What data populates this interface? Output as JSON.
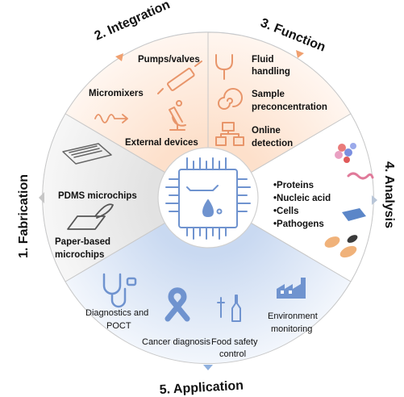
{
  "diagram": {
    "sections": {
      "fabrication": "1. Fabrication",
      "integration": "2. Integration",
      "function": "3. Function",
      "analysis": "4. Analysis",
      "application": "5. Application"
    },
    "fabrication_items": {
      "pdms": "PDMS microchips",
      "paper_line1": "Paper-based",
      "paper_line2": "microchips"
    },
    "integration_items": {
      "pumps": "Pumps/valves",
      "micromixers": "Micromixers",
      "external": "External devices"
    },
    "function_items": {
      "fluid_line1": "Fluid",
      "fluid_line2": "handling",
      "sample_line1": "Sample",
      "sample_line2": "preconcentration",
      "online_line1": "Online",
      "online_line2": "detection"
    },
    "analysis_items": {
      "proteins": "•Proteins",
      "nucleic": "•Nucleic acid",
      "cells": "•Cells",
      "pathogens": "•Pathogens"
    },
    "application_items": {
      "diag_line1": "Diagnostics and",
      "diag_line2": "POCT",
      "cancer": "Cancer diagnosis",
      "food_line1": "Food safety",
      "food_line2": "control",
      "env_line1": "Environment",
      "env_line2": "monitoring"
    },
    "colors": {
      "integration_bg": "#fbe6d8",
      "function_bg": "#fbe6d8",
      "fabrication_bg": "#ececec",
      "analysis_bg": "#ffffff",
      "application_bg": "#dde8f6",
      "integration_icon": "#e8956a",
      "application_icon": "#6f93cf",
      "center_chip": "#6f93cf"
    }
  }
}
